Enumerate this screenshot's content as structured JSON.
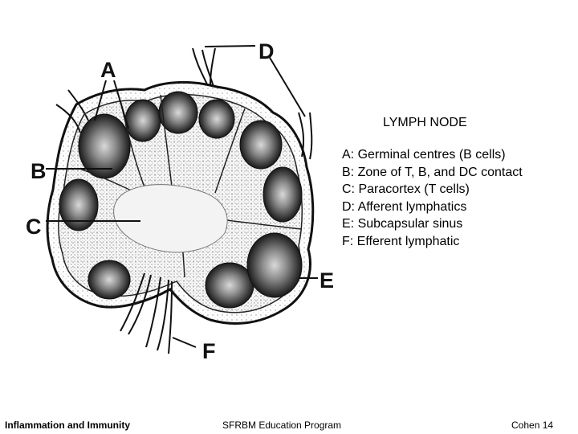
{
  "diagram": {
    "title": "LYMPH NODE",
    "labels": [
      "A",
      "B",
      "C",
      "D",
      "E",
      "F"
    ],
    "legend": [
      "A: Germinal centres (B cells)",
      "B: Zone of T, B, and DC contact",
      "C: Paracortex (T cells)",
      "D: Afferent lymphatics",
      "E: Subcapsular sinus",
      "F: Efferent lymphatic"
    ]
  },
  "footer": {
    "left": "Inflammation and Immunity",
    "center": "SFRBM Education Program",
    "right": "Cohen 14"
  },
  "colors": {
    "ink": "#111111",
    "paper": "#ffffff",
    "stipple": "#444444"
  }
}
